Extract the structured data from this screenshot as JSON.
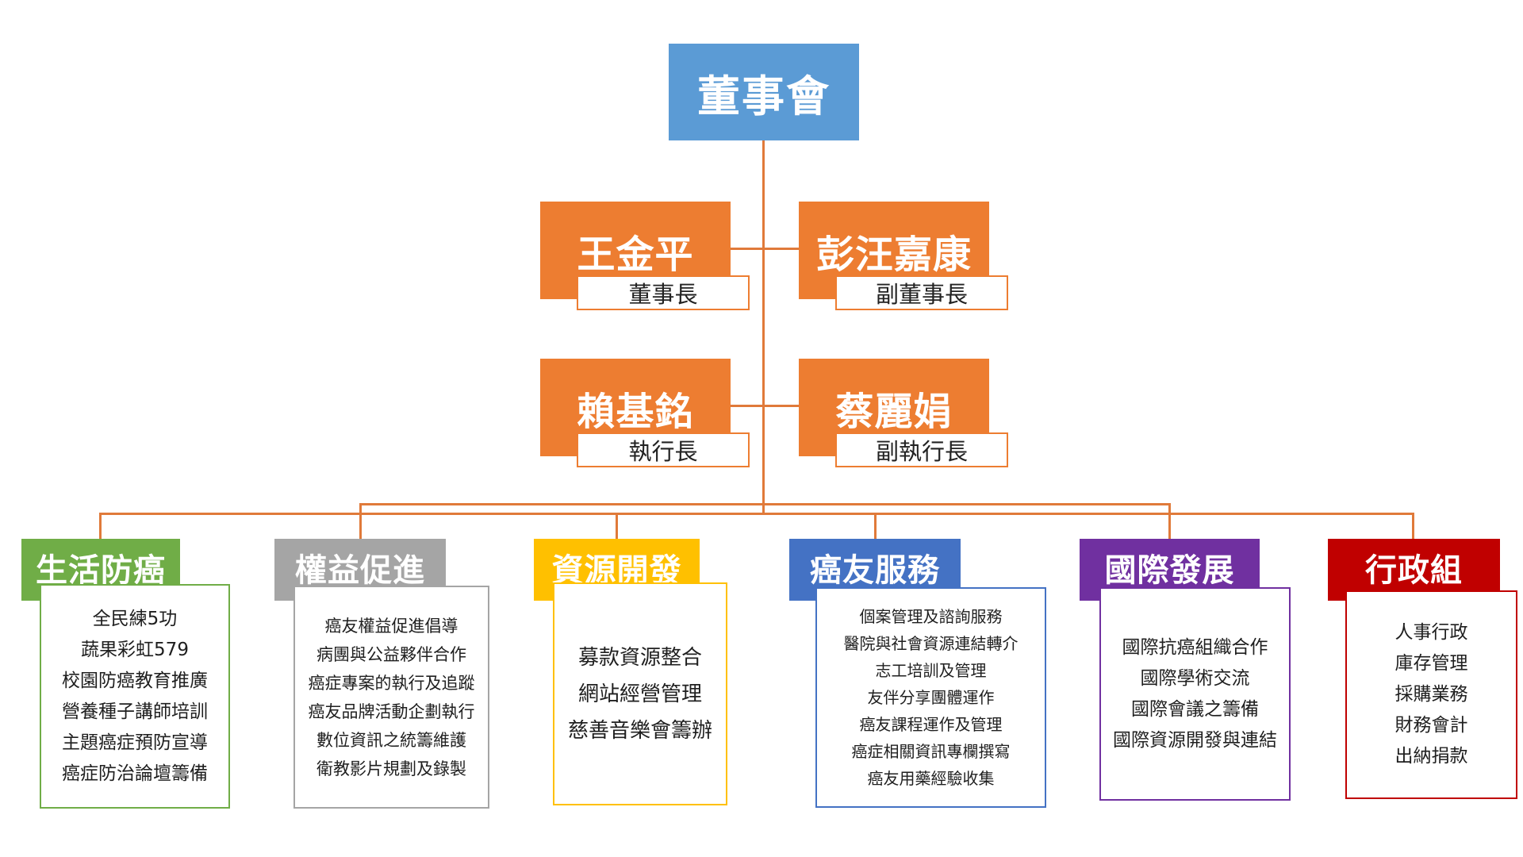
{
  "board": {
    "label": "董事會"
  },
  "executives": [
    {
      "name": "王金平",
      "title": "董事長"
    },
    {
      "name": "彭汪嘉康",
      "title": "副董事長"
    },
    {
      "name": "賴基銘",
      "title": "執行長"
    },
    {
      "name": "蔡麗娟",
      "title": "副執行長"
    }
  ],
  "departments": [
    {
      "name": "生活防癌",
      "color": "#70ad47",
      "tasks": [
        "全民練5功",
        "蔬果彩虹579",
        "校園防癌教育推廣",
        "營養種子講師培訓",
        "主題癌症預防宣導",
        "癌症防治論壇籌備"
      ]
    },
    {
      "name": "權益促進",
      "color": "#a5a5a5",
      "tasks": [
        "癌友權益促進倡導",
        "病團與公益夥伴合作",
        "癌症專案的執行及追蹤",
        "癌友品牌活動企劃執行",
        "數位資訊之統籌維護",
        "衛教影片規劃及錄製"
      ]
    },
    {
      "name": "資源開發",
      "color": "#ffc000",
      "tasks": [
        "募款資源整合",
        "網站經營管理",
        "慈善音樂會籌辦"
      ]
    },
    {
      "name": "癌友服務",
      "color": "#4472c4",
      "tasks": [
        "個案管理及諮詢服務",
        "醫院與社會資源連結轉介",
        "志工培訓及管理",
        "友伴分享團體運作",
        "癌友課程運作及管理",
        "癌症相關資訊專欄撰寫",
        "癌友用藥經驗收集"
      ]
    },
    {
      "name": "國際發展",
      "color": "#7030a0",
      "tasks": [
        "國際抗癌組織合作",
        "國際學術交流",
        "國際會議之籌備",
        "國際資源開發與連結"
      ]
    },
    {
      "name": "行政組",
      "color": "#c00000",
      "tasks": [
        "人事行政",
        "庫存管理",
        "採購業務",
        "財務會計",
        "出納捐款"
      ]
    }
  ]
}
